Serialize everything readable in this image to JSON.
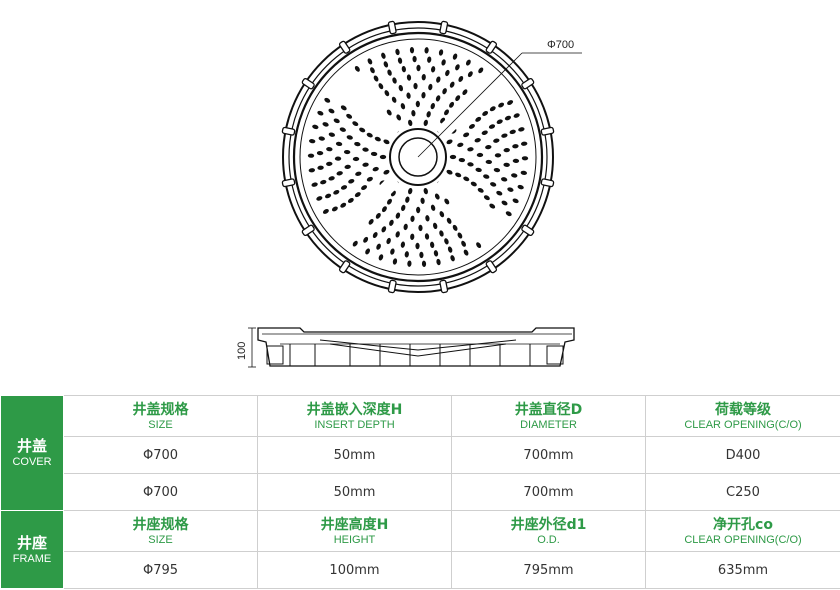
{
  "drawing": {
    "diameter_label": "Φ700",
    "height_label": "100"
  },
  "table": {
    "cover": {
      "label_zh": "井盖",
      "label_en": "COVER",
      "headers": [
        {
          "zh": "井盖规格",
          "en": "SIZE"
        },
        {
          "zh": "井盖嵌入深度H",
          "en": "INSERT DEPTH"
        },
        {
          "zh": "井盖直径D",
          "en": "DIAMETER"
        },
        {
          "zh": "荷载等级",
          "en": "CLEAR OPENING(C/O)"
        }
      ],
      "rows": [
        [
          "Φ700",
          "50mm",
          "700mm",
          "D400"
        ],
        [
          "Φ700",
          "50mm",
          "700mm",
          "C250"
        ]
      ]
    },
    "frame": {
      "label_zh": "井座",
      "label_en": "FRAME",
      "headers": [
        {
          "zh": "井座规格",
          "en": "SIZE"
        },
        {
          "zh": "井座高度H",
          "en": "HEIGHT"
        },
        {
          "zh": "井座外径d1",
          "en": "O.D."
        },
        {
          "zh": "净开孔co",
          "en": "CLEAR OPENING(C/O)"
        }
      ],
      "rows": [
        [
          "Φ795",
          "100mm",
          "795mm",
          "635mm"
        ]
      ]
    }
  }
}
